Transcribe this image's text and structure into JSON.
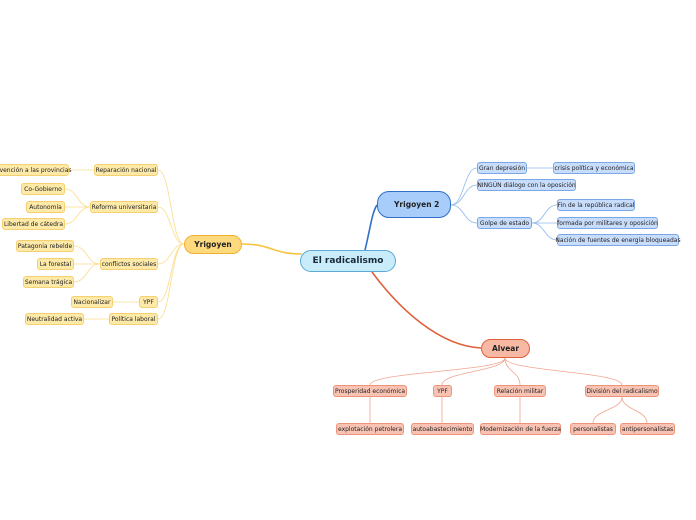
{
  "colors": {
    "yrigoyen": "#f6c343",
    "yrigoyen2": "#2f6fc7",
    "alvear": "#e0603a",
    "yrigoyen_light": "#fbdc8c",
    "yrigoyen2_light": "#8fb7ea",
    "alvear_light": "#f0a48c"
  },
  "root": {
    "label": "El radicalismo"
  },
  "yrigoyen": {
    "label": "Yrigoyen",
    "children": [
      {
        "label": "Reparación nacional",
        "children": [
          {
            "label": "Intervención a las provincias"
          }
        ]
      },
      {
        "label": "Reforma universitaria",
        "children": [
          {
            "label": "Co-Gobierno"
          },
          {
            "label": "Autonomía"
          },
          {
            "label": "Libertad de cátedra"
          }
        ]
      },
      {
        "label": "conflictos sociales",
        "children": [
          {
            "label": "Patagonia rebelde"
          },
          {
            "label": "La forestal"
          },
          {
            "label": "Semana trágica"
          }
        ]
      },
      {
        "label": "YPF",
        "children": [
          {
            "label": "Nacionalizar"
          }
        ]
      },
      {
        "label": "Política laboral",
        "children": [
          {
            "label": "Neutralidad activa"
          }
        ]
      }
    ]
  },
  "yrigoyen2": {
    "label": "Yrigoyen 2",
    "children": [
      {
        "label": "Gran depresión",
        "children": [
          {
            "label": "crisis política y económica"
          }
        ]
      },
      {
        "label": "NINGÚN diálogo con la oposición",
        "children": []
      },
      {
        "label": "Golpe de estado",
        "children": [
          {
            "label": "Fin de la república radical"
          },
          {
            "label": "formada por militares y oposición"
          },
          {
            "label": "Nación de fuentes de energía bloqueadas"
          }
        ]
      }
    ]
  },
  "alvear": {
    "label": "Alvear",
    "children": [
      {
        "label": "Prosperidad económica",
        "children": [
          {
            "label": "explotación petrolera"
          }
        ]
      },
      {
        "label": "YPF",
        "children": [
          {
            "label": "autoabastecimiento"
          }
        ]
      },
      {
        "label": "Relación militar",
        "children": [
          {
            "label": "Modernización de la fuerza"
          }
        ]
      },
      {
        "label": "División del radicalismo",
        "children": [
          {
            "label": "personalistas"
          },
          {
            "label": "antipersonalistas"
          }
        ]
      }
    ]
  }
}
